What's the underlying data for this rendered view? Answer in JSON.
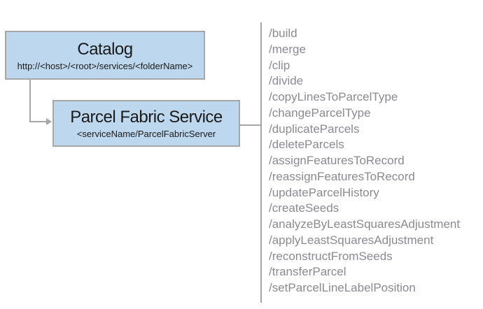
{
  "diagram": {
    "catalog": {
      "title": "Catalog",
      "subtitle": "http://<host>/<root>/services/<folderName>"
    },
    "service": {
      "title": "Parcel Fabric Service",
      "subtitle": "<serviceName/ParcelFabricServer"
    },
    "endpoints": [
      "/build",
      "/merge",
      "/clip",
      "/divide",
      "/copyLinesToParcelType",
      "/changeParcelType",
      "/duplicateParcels",
      "/deleteParcels",
      "/assignFeaturesToRecord",
      "/reassignFeaturesToRecord",
      "/updateParcelHistory",
      "/createSeeds",
      "/analyzeByLeastSquaresAdjustment",
      "/applyLeastSquaresAdjustment",
      "/reconstructFromSeeds",
      "/transferParcel",
      "/setParcelLineLabelPosition"
    ],
    "colors": {
      "box_fill": "#BDD7EE",
      "box_border": "#A6A6A6",
      "connector": "#A6A6A6",
      "endpoint_text": "#8A8A91",
      "title_text": "#1A1A1A"
    }
  }
}
